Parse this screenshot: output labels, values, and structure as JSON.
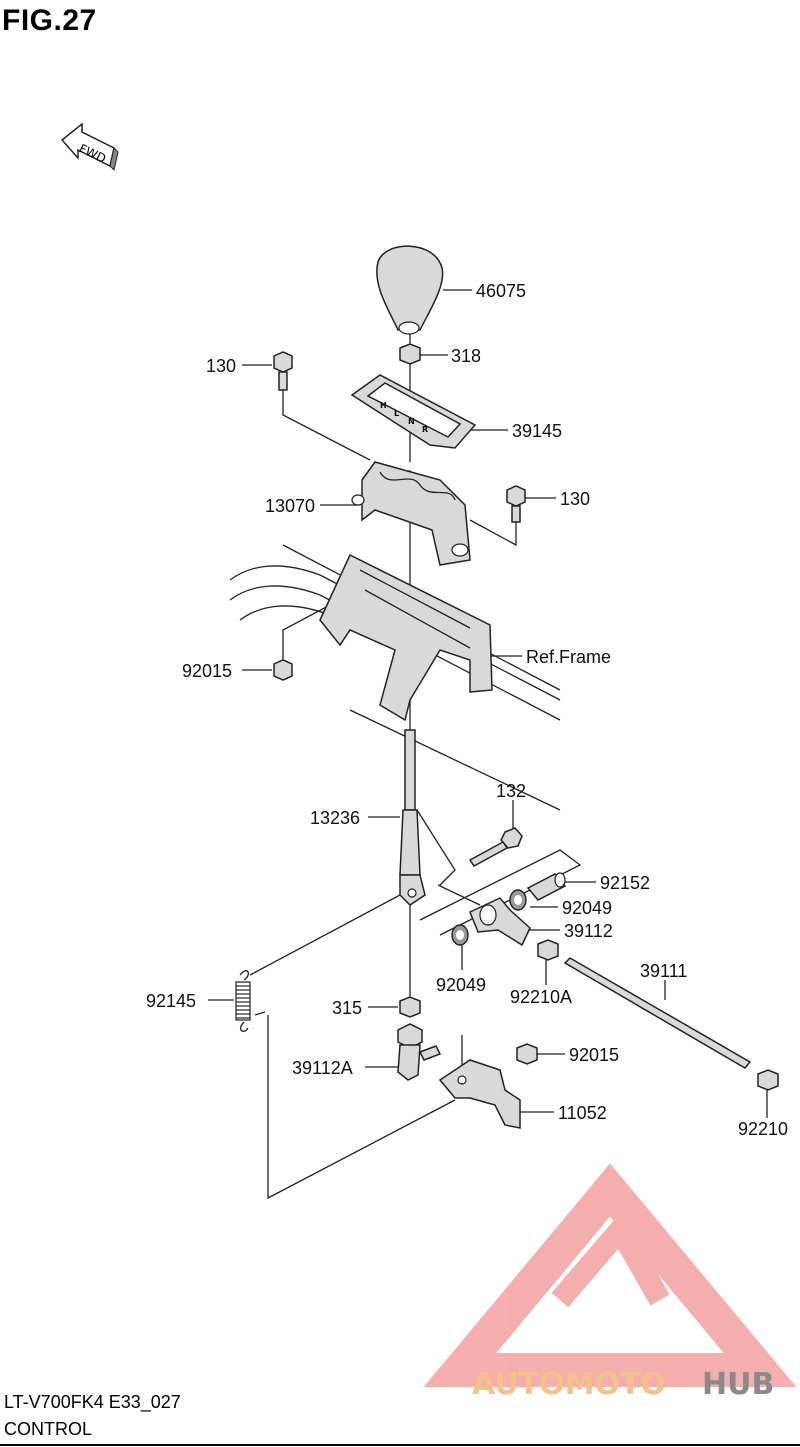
{
  "figure": {
    "title": "FIG.27",
    "model_code": "LT-V700FK4 E33_027",
    "section": "CONTROL"
  },
  "orientation": {
    "arrow_label": "FWD"
  },
  "parts": [
    {
      "id": "knob",
      "label": "46075"
    },
    {
      "id": "nut-knob",
      "label": "318"
    },
    {
      "id": "bolt-left",
      "label": "130"
    },
    {
      "id": "plate",
      "label": "39145"
    },
    {
      "id": "guide",
      "label": "13070"
    },
    {
      "id": "bolt-right",
      "label": "130"
    },
    {
      "id": "frame",
      "label": "Ref.Frame"
    },
    {
      "id": "nut-frame",
      "label": "92015"
    },
    {
      "id": "bolt-132",
      "label": "132"
    },
    {
      "id": "lever",
      "label": "13236"
    },
    {
      "id": "collar",
      "label": "92152"
    },
    {
      "id": "washer-1",
      "label": "92049"
    },
    {
      "id": "joint",
      "label": "39112"
    },
    {
      "id": "washer-2",
      "label": "92049"
    },
    {
      "id": "nut-joint",
      "label": "92210A"
    },
    {
      "id": "rod",
      "label": "39111"
    },
    {
      "id": "spring",
      "label": "92145"
    },
    {
      "id": "nut-315",
      "label": "315"
    },
    {
      "id": "joint-a",
      "label": "39112A"
    },
    {
      "id": "nut-bracket",
      "label": "92015"
    },
    {
      "id": "bracket",
      "label": "11052"
    },
    {
      "id": "nut-rod",
      "label": "92210"
    }
  ],
  "gear_marks": [
    "H",
    "L",
    "N",
    "R"
  ],
  "watermark": {
    "text_a": "AUTOMOTO",
    "text_b": "HUB",
    "color_a": "#f5c08a",
    "color_b": "#8a8a8a",
    "logo_color": "#f4a0a0"
  }
}
